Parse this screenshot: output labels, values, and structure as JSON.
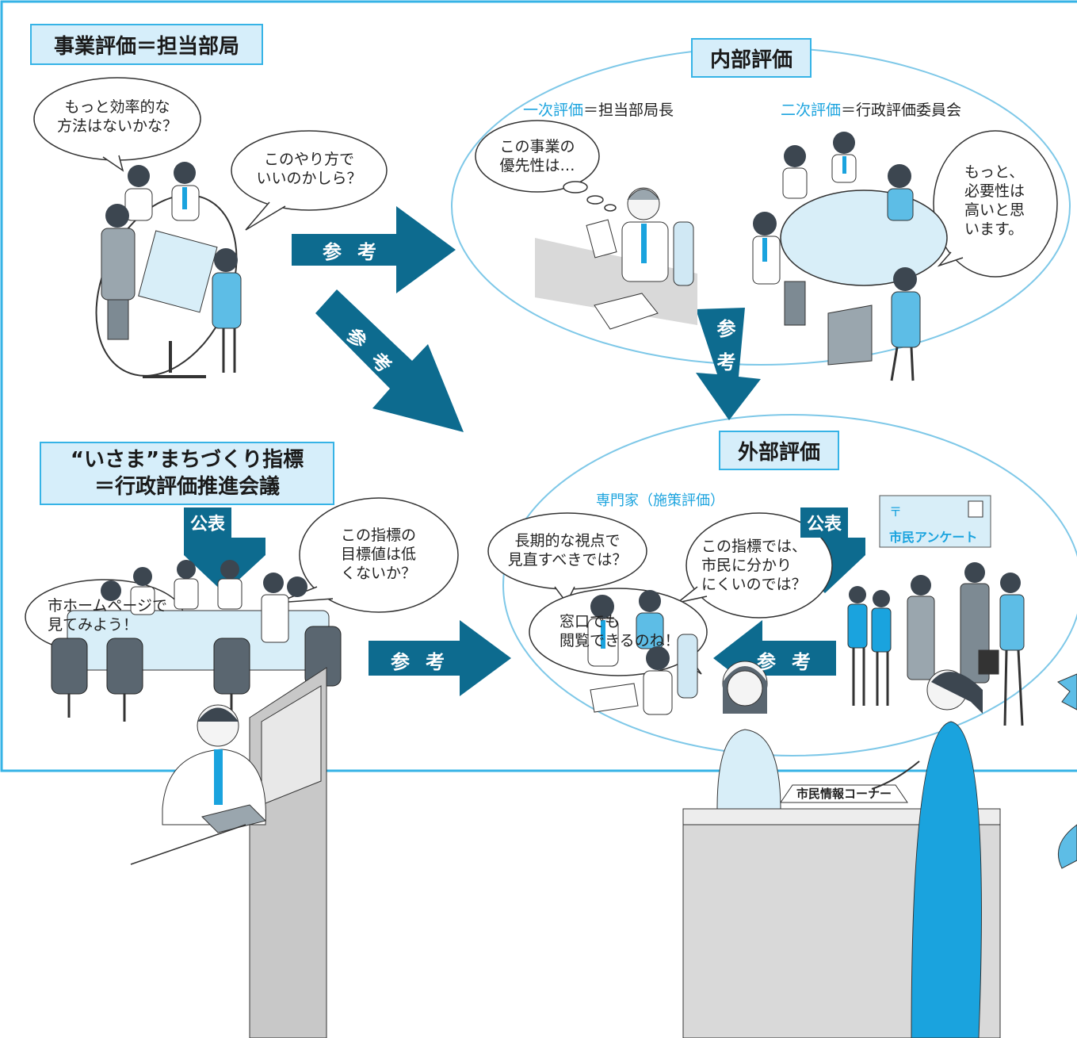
{
  "boxes": {
    "business_eval": "事業評価＝担当部局",
    "internal_eval": "内部評価",
    "external_eval": "外部評価",
    "indicator_line1": "“いさま”まちづくり指標",
    "indicator_line2": "＝行政評価推進会議"
  },
  "internal": {
    "primary_label": "一次評価",
    "primary_rest": "＝担当部局長",
    "secondary_label": "二次評価",
    "secondary_rest": "＝行政評価委員会"
  },
  "external": {
    "expert_label": "専門家（施策評価）",
    "postcard_mark": "〒",
    "citizen_survey": "市民アンケート"
  },
  "speech": {
    "efficient": "もっと効率的な\n方法はないかな？",
    "this_way": "このやり方で\nいいのかしら？",
    "priority": "この事業の\n優先性は…",
    "necessity": "もっと、\n必要性は\n高いと思\nいます。",
    "target_low": "この指標の\n目標値は低\nくないか？",
    "long_term": "長期的な視点で\n見直すべきでは？",
    "hard_citizens": "この指標では、\n市民に分かり\nにくいのでは？",
    "homepage": "市ホームページで\n見てみよう！",
    "window": "窓口でも\n閲覧できるのね！"
  },
  "arrows": {
    "reference": "参考",
    "publish": "公表"
  },
  "signs": {
    "info_corner": "市民情報コーナー"
  },
  "colors": {
    "frame": "#36b3e6",
    "arrow": "#0d6b8f",
    "box_fill": "#d6eefa",
    "accent_text": "#1aa3de"
  }
}
